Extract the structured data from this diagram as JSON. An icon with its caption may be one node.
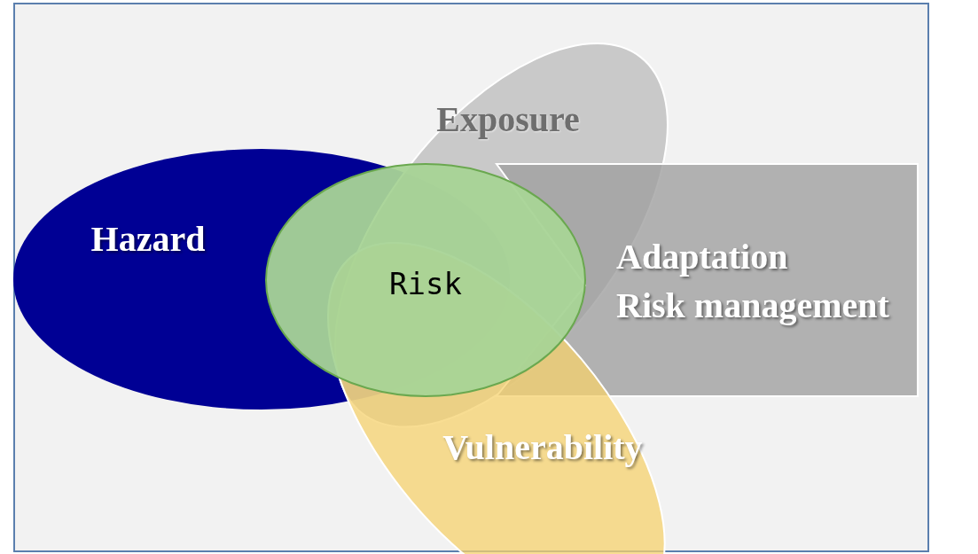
{
  "diagram": {
    "nodes": [
      {
        "text": [
          "Exposure"
        ]
      },
      {
        "text": [
          "Hazard"
        ]
      },
      {
        "text": [
          "Risk"
        ]
      },
      {
        "text": [
          "Adaptation",
          "Risk management"
        ]
      },
      {
        "text": [
          "Vulnerability"
        ]
      }
    ]
  }
}
